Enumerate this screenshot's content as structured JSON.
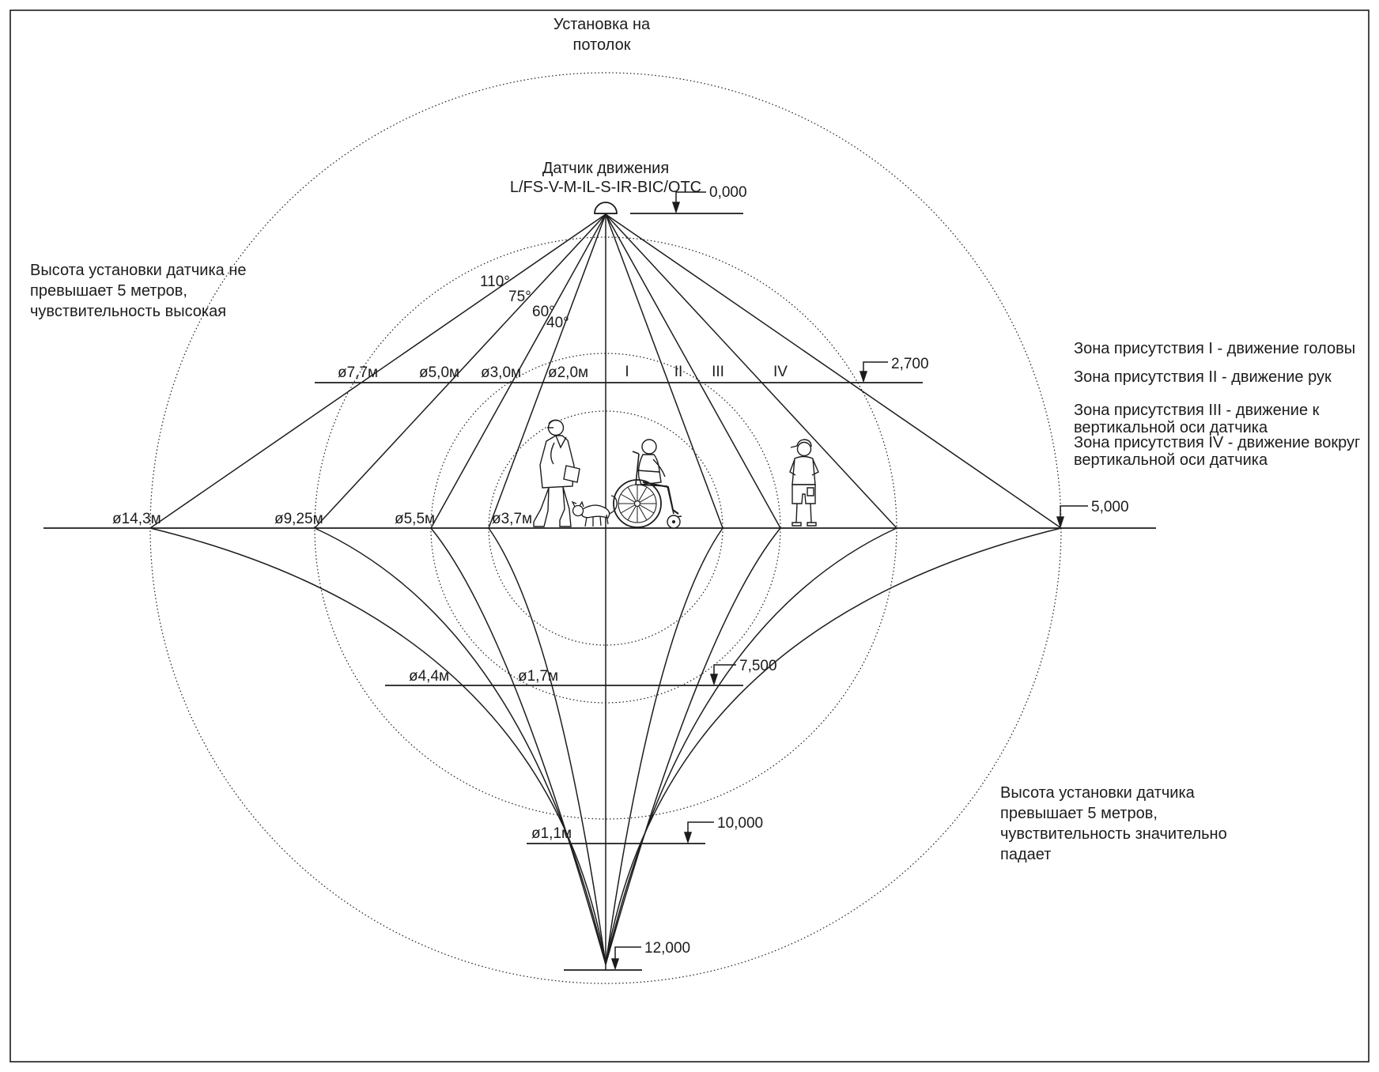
{
  "title": {
    "lines": [
      "Установка на",
      "потолок"
    ]
  },
  "sensor": {
    "lines": [
      "Датчик движения",
      "L/FS-V-M-IL-S-IR-BIC/OTC"
    ]
  },
  "note_left": {
    "lines": [
      "Высота установки датчика не",
      "превышает 5 метров,",
      "чувствительность высокая"
    ]
  },
  "note_bottom_right": {
    "lines": [
      "Высота установки датчика",
      "превышает 5 метров,",
      "чувствительность значительно",
      "падает"
    ]
  },
  "zones_legend": [
    {
      "lines": [
        "Зона присутствия I - движение головы"
      ]
    },
    {
      "lines": [
        "Зона присутствия II - движение рук"
      ]
    },
    {
      "lines": [
        "Зона присутствия III - движение к",
        "вертикальной оси датчика"
      ]
    },
    {
      "lines": [
        "Зона присутствия IV - движение вокруг",
        "вертикальной оси датчика"
      ]
    }
  ],
  "elevations": {
    "ceiling": "0,000",
    "level_2700": "2,700",
    "level_5000": "5,000",
    "level_7500": "7,500",
    "level_10000": "10,000",
    "level_12000": "12,000"
  },
  "beam_angles": {
    "a1": "110°",
    "a2": "75°",
    "a3": "60°",
    "a4": "40°"
  },
  "zone_numerals": {
    "z1": "I",
    "z2": "II",
    "z3": "III",
    "z4": "IV"
  },
  "diameters": {
    "at_2700": {
      "d1": "ø7,7м",
      "d2": "ø5,0м",
      "d3": "ø3,0м",
      "d4": "ø2,0м"
    },
    "at_5000": {
      "d1": "ø14,3м",
      "d2": "ø9,25м",
      "d3": "ø5,5м",
      "d4": "ø3,7м"
    },
    "at_7500": {
      "d1": "ø4,4м",
      "d2": "ø1,7м"
    },
    "at_10000": {
      "d1": "ø1,1м"
    }
  },
  "colors": {
    "line": "#1c1c1c",
    "background": "#ffffff"
  }
}
